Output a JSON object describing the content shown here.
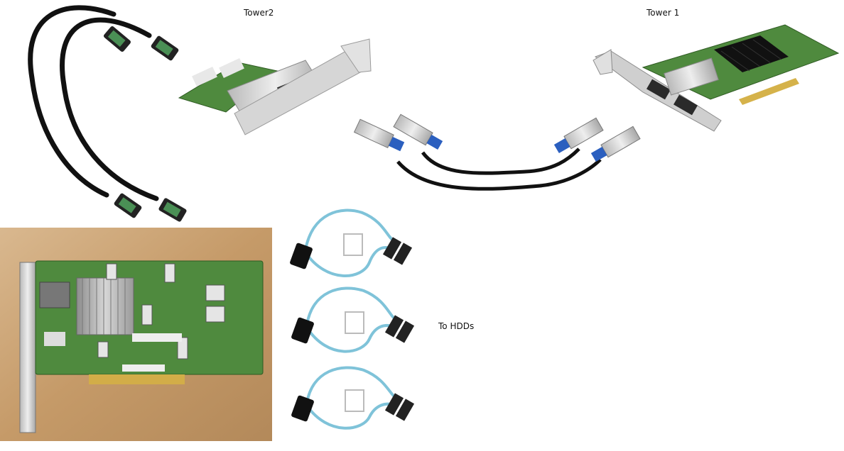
{
  "labels": {
    "tower2": "Tower2",
    "tower1": "Tower 1",
    "to_hdds": "To HDDs"
  },
  "colors": {
    "pcb_green": "#4f8a3e",
    "bracket_silver": "#d8d8d8",
    "cable_black": "#111111",
    "sata_blue": "#7fc3d9",
    "connector_blue": "#2b5fbf",
    "wood": "#c8a173"
  }
}
